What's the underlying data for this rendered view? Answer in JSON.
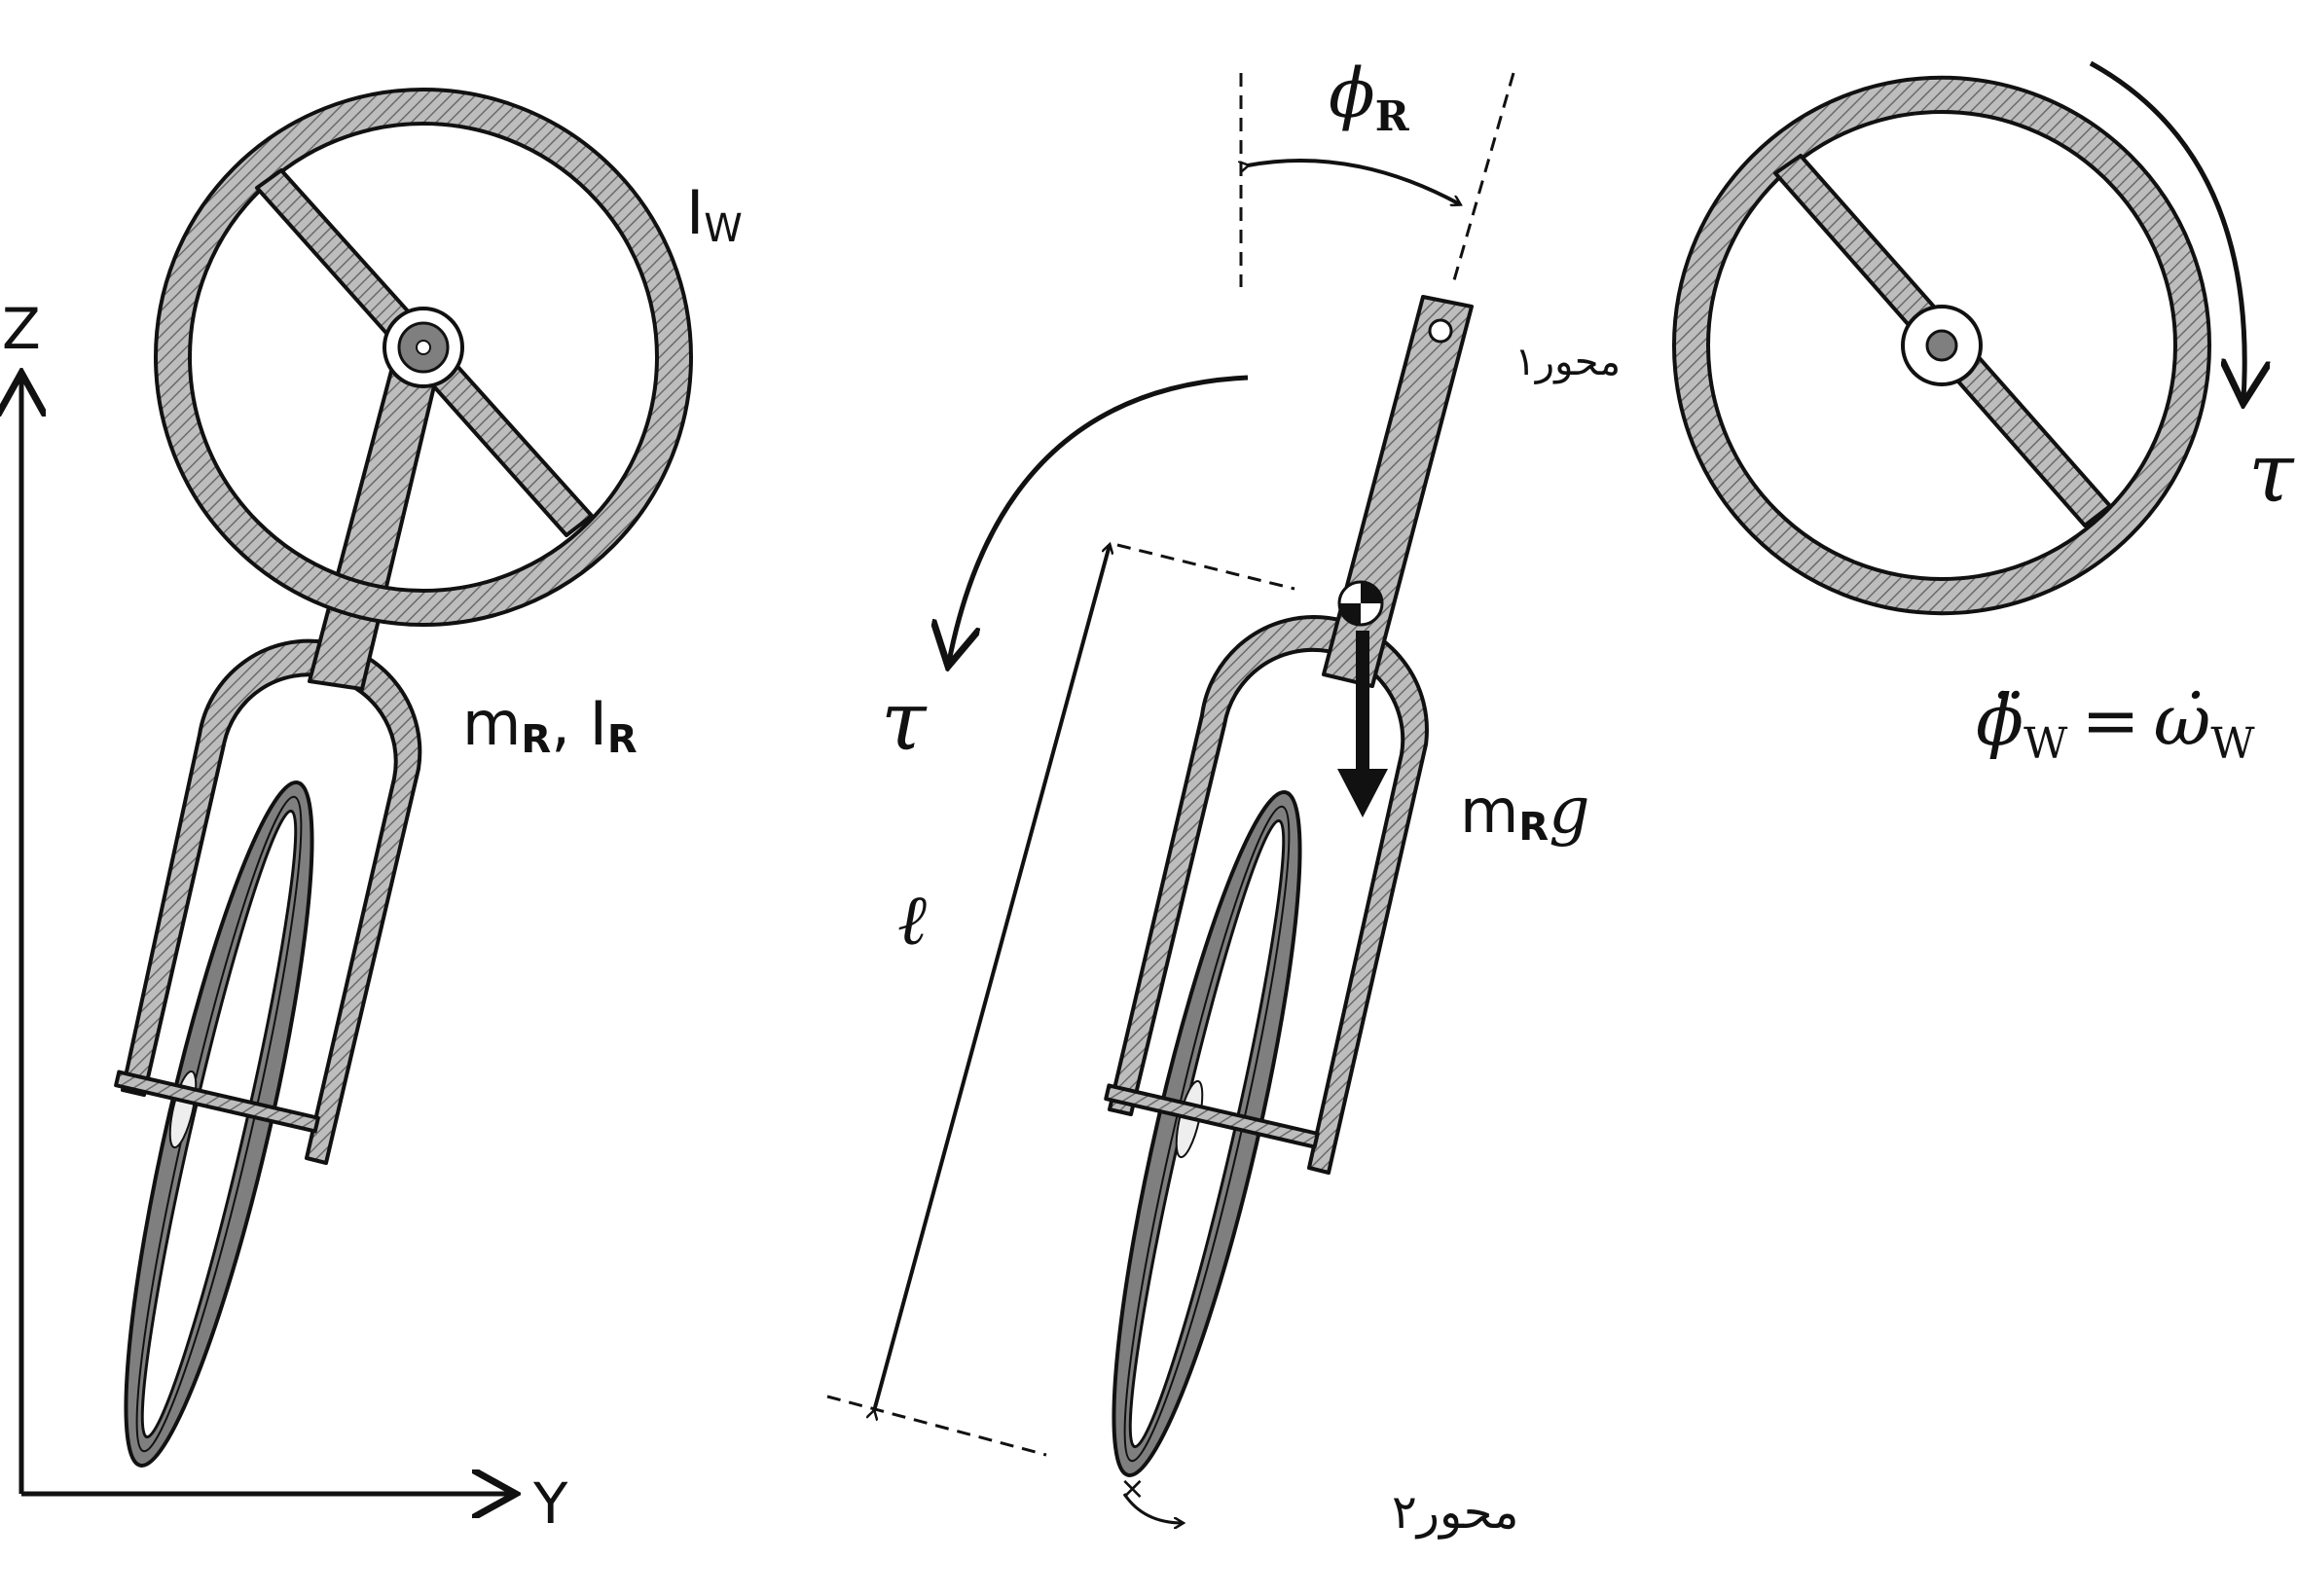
{
  "axes": {
    "z_label": "Z",
    "y_label": "Y"
  },
  "left_panel": {
    "wheel_inertia": "I",
    "wheel_inertia_sub": "W",
    "mass": "m",
    "mass_sub": "R",
    "inertia_sep": ", I",
    "inertia_sub": "R"
  },
  "middle_panel": {
    "phi": "ϕ",
    "phi_sub": "R",
    "torque": "τ",
    "length": "ℓ",
    "axis1": "محور۱",
    "axis2": "محور۲",
    "weight_m": "m",
    "weight_sub": "R",
    "weight_g": "g"
  },
  "right_panel": {
    "torque": "τ",
    "equation_lhs": "ϕ̈",
    "equation_lhs_sub": "W",
    "equation_eq": "=",
    "equation_rhs": "ω̇",
    "equation_rhs_sub": "W"
  }
}
